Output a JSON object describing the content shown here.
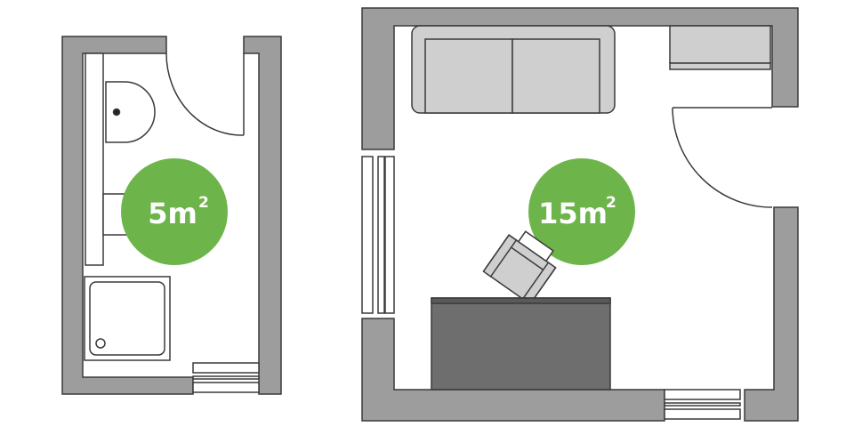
{
  "colors": {
    "wall_fill": "#9d9d9d",
    "wall_stroke": "#3a3a3a",
    "furniture_light": "#cfcfcf",
    "furniture_dark": "#6e6e6e",
    "area_badge": "#6db54a",
    "badge_text": "#ffffff",
    "background": "#ffffff"
  },
  "rooms": [
    {
      "name": "bathroom",
      "area": {
        "value": "5m",
        "superscript": "2"
      },
      "fixtures": [
        "sink",
        "toilet",
        "shower-tray",
        "vanity-counter",
        "radiator"
      ],
      "door_icon": "door-swing-icon"
    },
    {
      "name": "living-room",
      "area": {
        "value": "15m",
        "superscript": "2"
      },
      "fixtures": [
        "sofa",
        "sideboard",
        "armchair",
        "desk",
        "window",
        "radiator"
      ],
      "door_icon": "door-swing-icon"
    }
  ]
}
